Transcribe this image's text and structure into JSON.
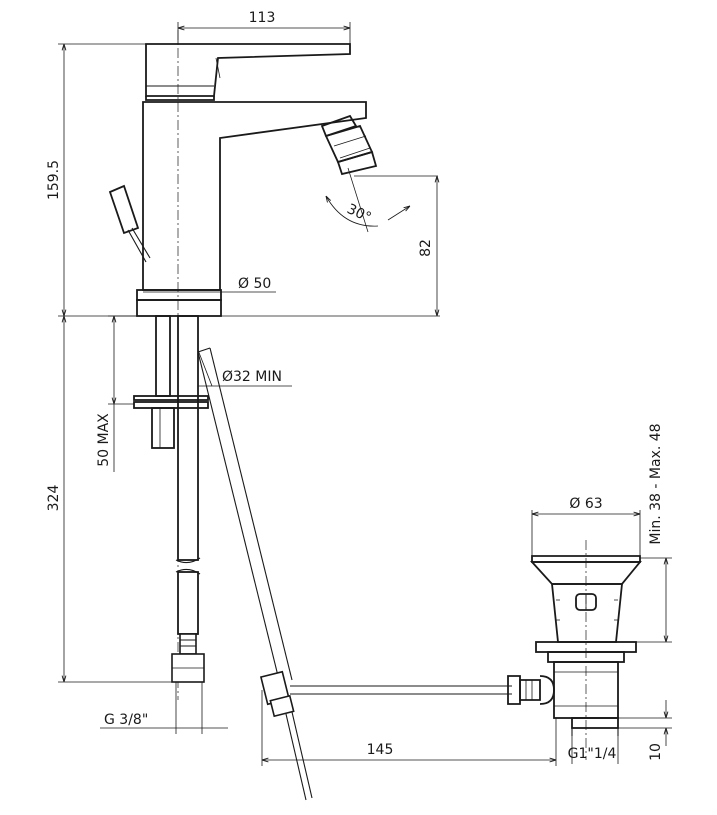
{
  "dimensions": {
    "width_top": "113",
    "height_spout": "159.5",
    "base_diameter": "Ø 50",
    "spray_angle": "30°",
    "outlet_height": "82",
    "hole_diameter": "Ø32 MIN",
    "deck_thickness": "50 MAX",
    "hose_length": "324",
    "hose_thread": "G 3/8\"",
    "rod_length": "145",
    "waste_diameter": "Ø 63",
    "waste_range": "Min. 38 - Max. 48",
    "waste_thread": "G1\"1/4",
    "waste_tail": "10"
  },
  "colors": {
    "ink": "#1a1a1a",
    "paper": "#ffffff"
  }
}
